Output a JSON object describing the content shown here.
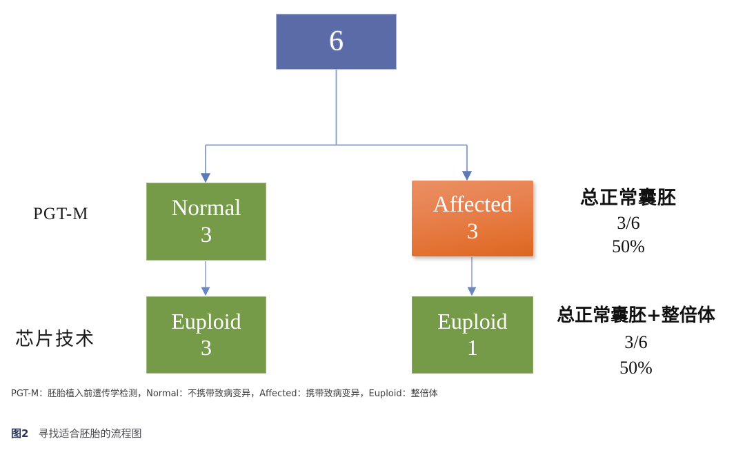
{
  "figure": {
    "caption_number": "图2",
    "caption_text": "寻找适合胚胎的流程图",
    "abbrev_note": "PGT-M：胚胎植入前遗传学检测，Normal：不携带致病变异，Affected：携带致病变异，Euploid：整倍体"
  },
  "row_labels": {
    "pgtm": "PGT-M",
    "chip": "芯片技术"
  },
  "nodes": {
    "root": {
      "label": "",
      "count": "6",
      "color": "#5b6ba8"
    },
    "normal": {
      "label": "Normal",
      "count": "3",
      "color": "#769b48"
    },
    "affected": {
      "label": "Affected",
      "count": "3",
      "color": "#e2702f"
    },
    "euploid_left": {
      "label": "Euploid",
      "count": "3",
      "color": "#769b48"
    },
    "euploid_right": {
      "label": "Euploid",
      "count": "1",
      "color": "#769b48"
    }
  },
  "summaries": {
    "top": {
      "title": "总正常囊胚",
      "fraction": "3/6",
      "percent": "50%"
    },
    "bottom": {
      "title": "总正常囊胚+整倍体",
      "fraction": "3/6",
      "percent": "50%"
    }
  },
  "connector_color": "#8ea4cd",
  "chart_data": {
    "type": "diagram",
    "title": "寻找适合胚胎的流程图",
    "nodes": [
      {
        "id": "root",
        "label": "",
        "value": 6,
        "level": 0,
        "color": "#5b6ba8"
      },
      {
        "id": "normal",
        "label": "Normal",
        "value": 3,
        "level": 1,
        "color": "#769b48"
      },
      {
        "id": "affected",
        "label": "Affected",
        "value": 3,
        "level": 1,
        "color": "#e2702f"
      },
      {
        "id": "euploid_left",
        "label": "Euploid",
        "value": 3,
        "level": 2,
        "color": "#769b48"
      },
      {
        "id": "euploid_right",
        "label": "Euploid",
        "value": 1,
        "level": 2,
        "color": "#769b48"
      }
    ],
    "edges": [
      {
        "from": "root",
        "to": "normal"
      },
      {
        "from": "root",
        "to": "affected"
      },
      {
        "from": "normal",
        "to": "euploid_left"
      },
      {
        "from": "affected",
        "to": "euploid_right"
      }
    ],
    "stage_labels": [
      "PGT-M",
      "芯片技术"
    ],
    "annotations": [
      {
        "title": "总正常囊胚",
        "fraction": "3/6",
        "percent": "50%",
        "stage": "PGT-M"
      },
      {
        "title": "总正常囊胚+整倍体",
        "fraction": "3/6",
        "percent": "50%",
        "stage": "芯片技术"
      }
    ]
  }
}
